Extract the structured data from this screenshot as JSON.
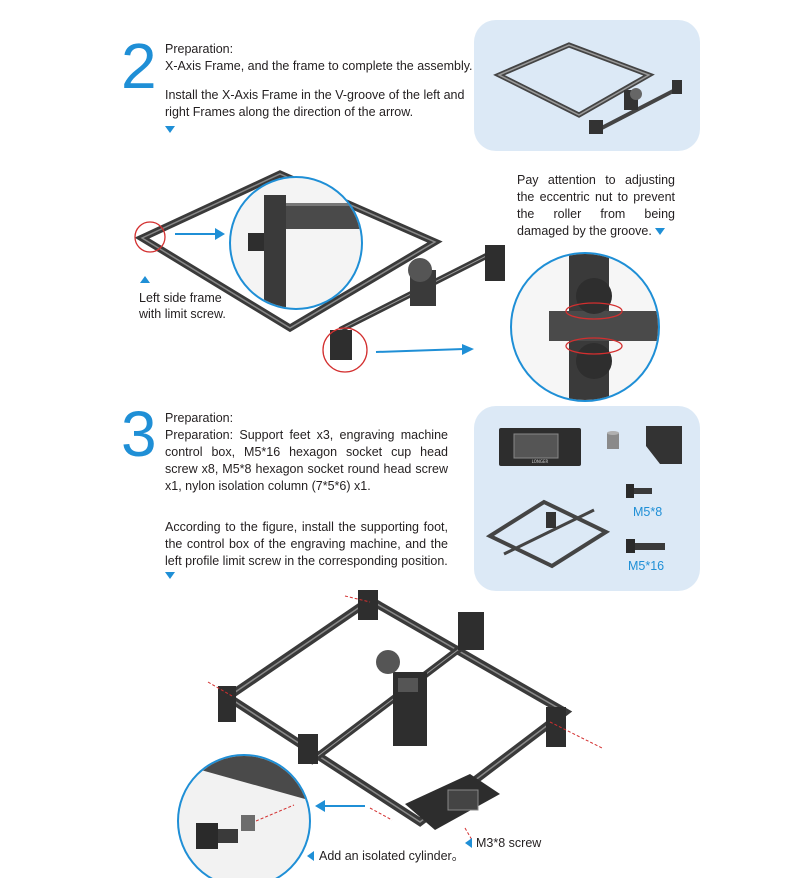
{
  "step2": {
    "number": "2",
    "prep_title": "Preparation:",
    "prep_text": "X-Axis Frame, and the frame to complete the assembly.",
    "instruction": "Install the X-Axis Frame in the V-groove of the left and right Frames along the direction of the arrow.",
    "note": "Pay attention to adjusting the eccentric nut to prevent the roller from being damaged by the groove.",
    "left_label_1": "Left side frame",
    "left_label_2": "with limit screw."
  },
  "step3": {
    "number": "3",
    "prep_title": "Preparation:",
    "prep_text": "Preparation: Support feet x3, engraving machine control box, M5*16 hexagon socket cup head screw x8, M5*8 hexagon socket round head screw x1, nylon isolation column (7*5*6) x1.",
    "instruction": "According to the figure, install the supporting foot, the control box of the engraving machine, and the left profile limit screw in the corresponding position.",
    "screw_m58": "M5*8",
    "screw_m516": "M5*16",
    "screw_m38": "M3*8 screw",
    "cylinder_note": "Add an isolated cylinder。",
    "brand": "LONGER"
  },
  "colors": {
    "accent": "#1f8fd6",
    "panel": "#dce9f6",
    "frame": "#3a3a3a",
    "highlight": "#d32f2f"
  }
}
